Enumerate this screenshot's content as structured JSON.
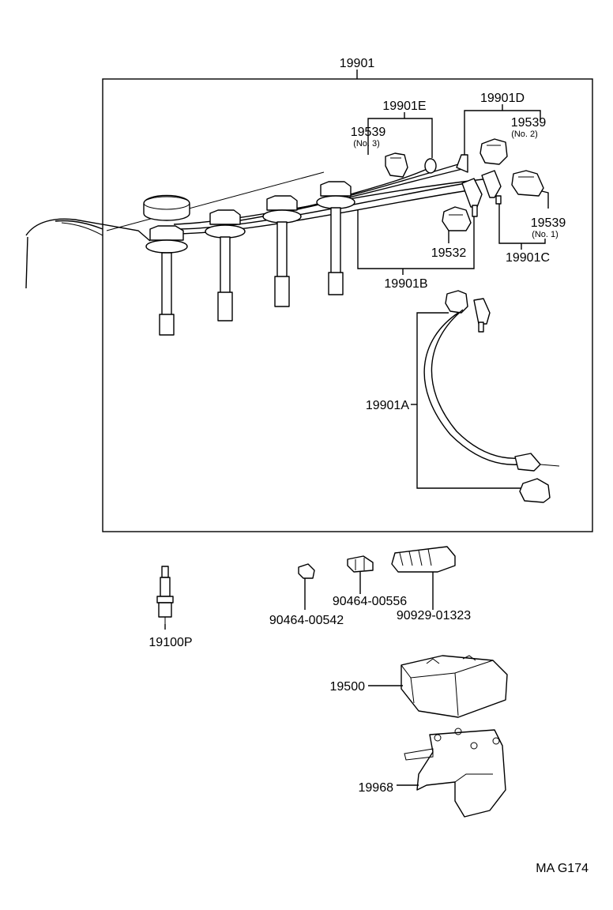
{
  "labels": {
    "assembly": "19901",
    "cord_e": "19901E",
    "cord_d": "19901D",
    "cord_c": "19901C",
    "cord_b": "19901B",
    "cord_a": "19901A",
    "cap_no3": "19539",
    "cap_no3_note": "(No. 3)",
    "cap_no2": "19539",
    "cap_no2_note": "(No. 2)",
    "cap_no1": "19539",
    "cap_no1_note": "(No. 1)",
    "cap_19532": "19532",
    "spark_plug": "19100P",
    "clamp_542": "90464-00542",
    "clamp_556": "90464-00556",
    "clamp_323": "90929-01323",
    "coil": "19500",
    "bracket": "19968",
    "code": "MA G174"
  }
}
